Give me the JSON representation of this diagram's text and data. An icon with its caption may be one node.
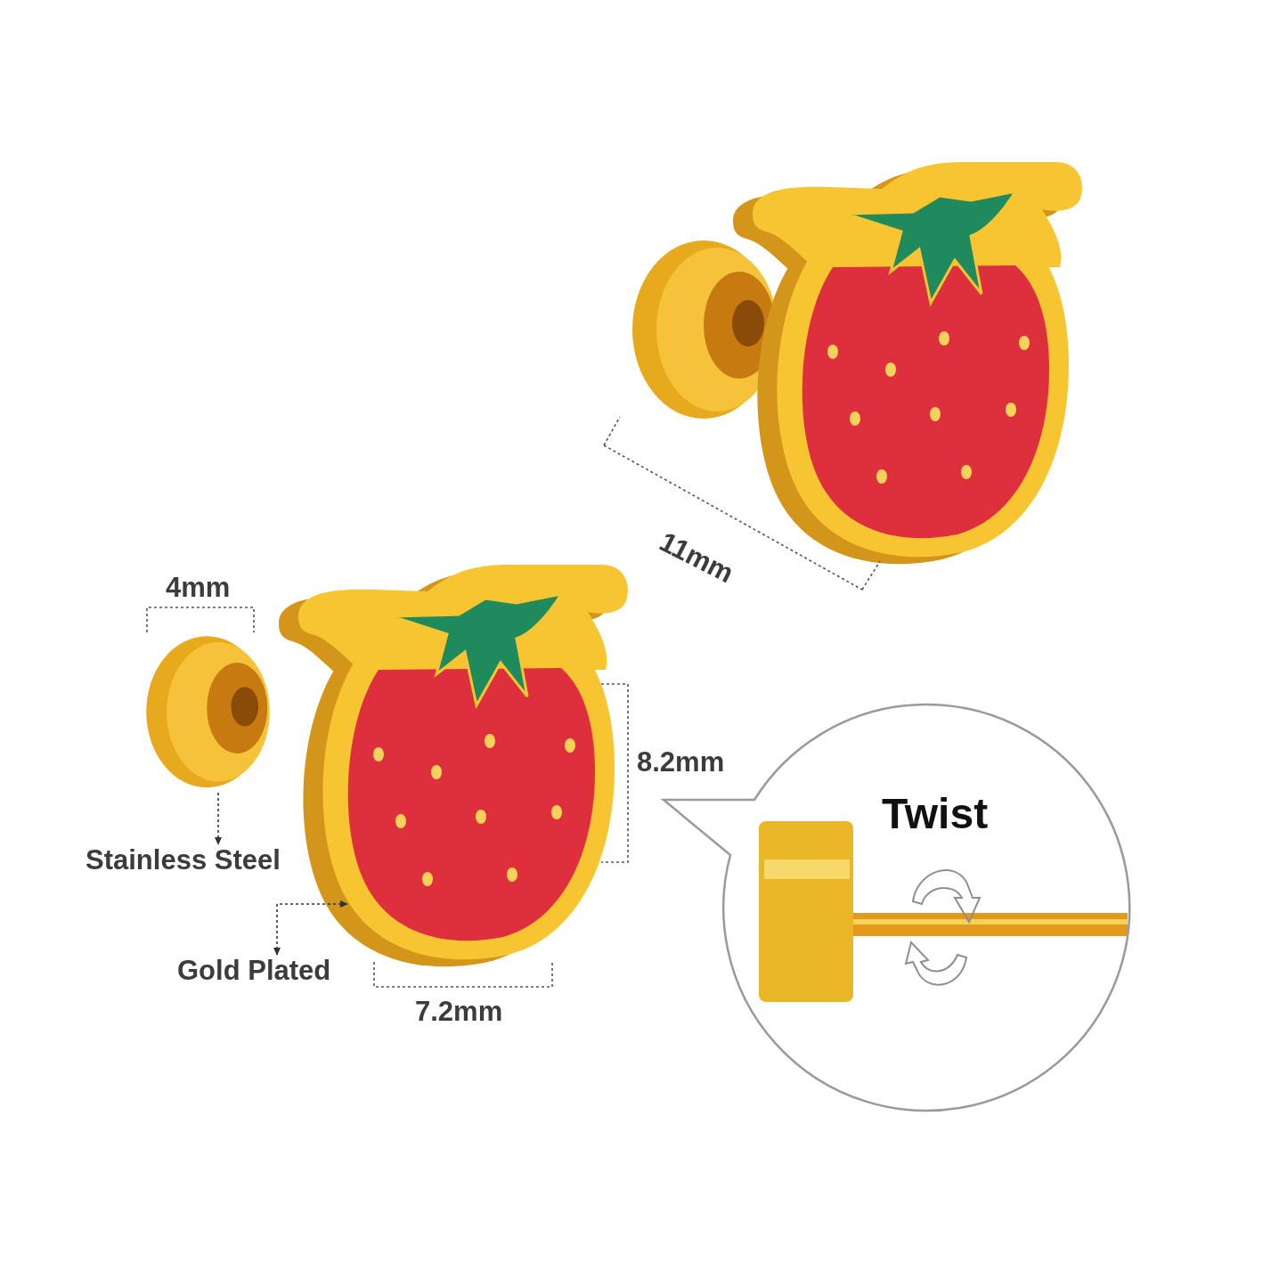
{
  "diagram": {
    "nodes": [
      {
        "text": [],
        "shape": "picture"
      },
      {
        "text": [],
        "shape": "picture"
      },
      {
        "text": [
          "Twist"
        ]
      },
      {
        "text": [
          "Stainless Steel"
        ]
      },
      {
        "text": [
          "Gold Plated"
        ]
      }
    ],
    "edges": [
      {
        "from": 0,
        "to": 3,
        "arrow": "to",
        "style": "dashed"
      },
      {
        "from": 4,
        "to": 1,
        "arrow": "both",
        "style": "dashed"
      }
    ],
    "labels": [
      "11mm",
      "4mm",
      "8.2mm",
      "7.2mm"
    ]
  }
}
